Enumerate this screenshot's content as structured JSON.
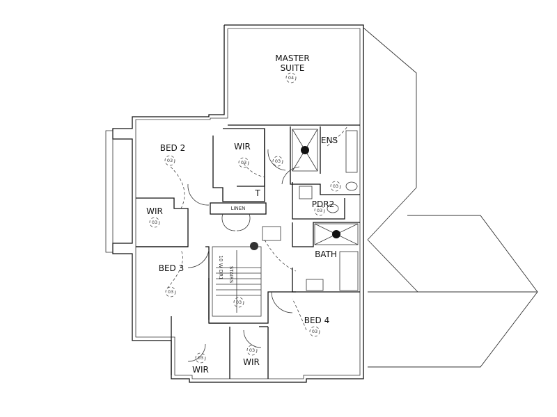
{
  "plan": {
    "rooms": [
      {
        "id": "master",
        "name": "MASTER",
        "name2": "SUITE",
        "tag": "04"
      },
      {
        "id": "bed2",
        "name": "BED 2",
        "tag": "03"
      },
      {
        "id": "wir-bed2",
        "name": "WIR",
        "tag": "03"
      },
      {
        "id": "wir-master",
        "name": "WIR",
        "tag": "03"
      },
      {
        "id": "ens",
        "name": "ENS",
        "tag": "03"
      },
      {
        "id": "pdr2",
        "name": "PDR2",
        "tag": "03"
      },
      {
        "id": "bath",
        "name": "BATH"
      },
      {
        "id": "bed3",
        "name": "BED 3",
        "tag": "03"
      },
      {
        "id": "bed4",
        "name": "BED 4",
        "tag": "03"
      },
      {
        "id": "wir-bed3",
        "name": "WIR",
        "tag": "03"
      },
      {
        "id": "wir-bed4",
        "name": "WIR",
        "tag": "03"
      },
      {
        "id": "hall",
        "tag": "03"
      },
      {
        "id": "stair",
        "tag": "03"
      }
    ],
    "linen_label": "LINEN",
    "stair_label": "STAIRS",
    "stair_note": "10 W DR1",
    "thermostat_mark": "T"
  }
}
